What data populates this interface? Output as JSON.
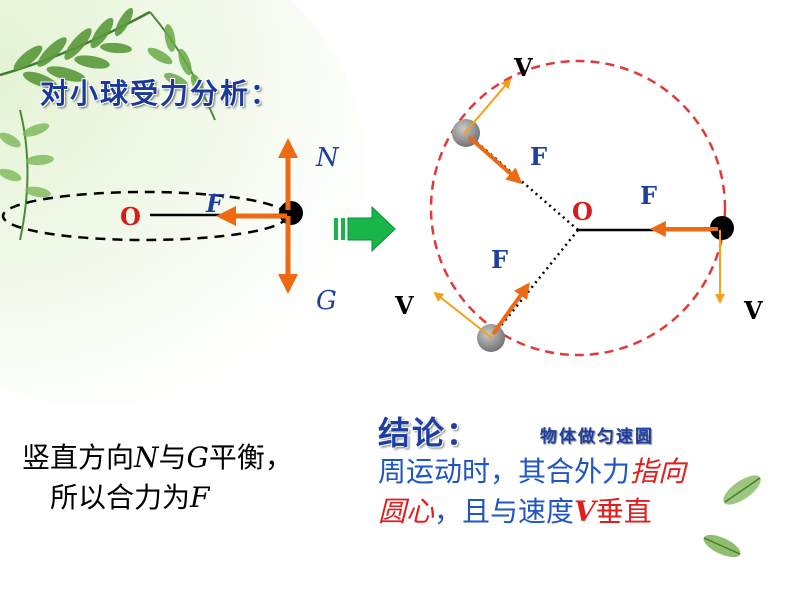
{
  "title": "对小球受力分析：",
  "left_diagram": {
    "center_label": "O",
    "force_label": "F",
    "up_label": "N",
    "down_label": "G"
  },
  "right_diagram": {
    "center_label": "O",
    "velocity_label": "V",
    "force_label": "F"
  },
  "explanation": {
    "line1_prefix": "竖直方向",
    "var_n": "N",
    "line1_mid": "与",
    "var_g": "G",
    "line1_suffix": "平衡，",
    "line2_prefix": "所以合力为",
    "var_f": "F"
  },
  "conclusion": {
    "heading": "结论：",
    "lead": "物体做匀速圆",
    "line2_part1": "周运动时，其合外力",
    "line2_red": "指向",
    "line3_red": "圆心",
    "line3_part2": "，且与速度",
    "line3_v": "V",
    "line3_part3": "垂直"
  },
  "colors": {
    "force_arrow": "#ee6a12",
    "velocity_arrow": "#f2a21a",
    "circle": "#e03b3b",
    "heading_blue": "#1f3fa0",
    "body_blue": "#2255c4",
    "emphasis_red": "#e21d1d",
    "block_arrow": "#17b54a"
  }
}
